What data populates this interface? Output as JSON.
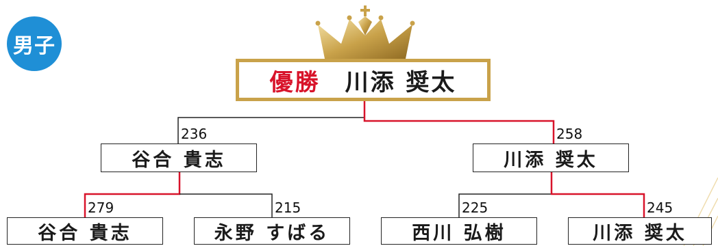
{
  "category_badge": "男子",
  "champion": {
    "title": "優勝",
    "name": "川添 奨太"
  },
  "semifinal": [
    {
      "name": "谷合 貴志",
      "score": "236"
    },
    {
      "name": "川添 奨太",
      "score": "258"
    }
  ],
  "first_round": [
    {
      "name": "谷合 貴志",
      "score": "279"
    },
    {
      "name": "永野 すばる",
      "score": "215"
    },
    {
      "name": "西川 弘樹",
      "score": "225"
    },
    {
      "name": "川添 奨太",
      "score": "245"
    }
  ],
  "colors": {
    "winner_line": "#d8132a",
    "loser_line": "#222222",
    "gold": "#c9a24a",
    "badge": "#1f8fd6"
  }
}
